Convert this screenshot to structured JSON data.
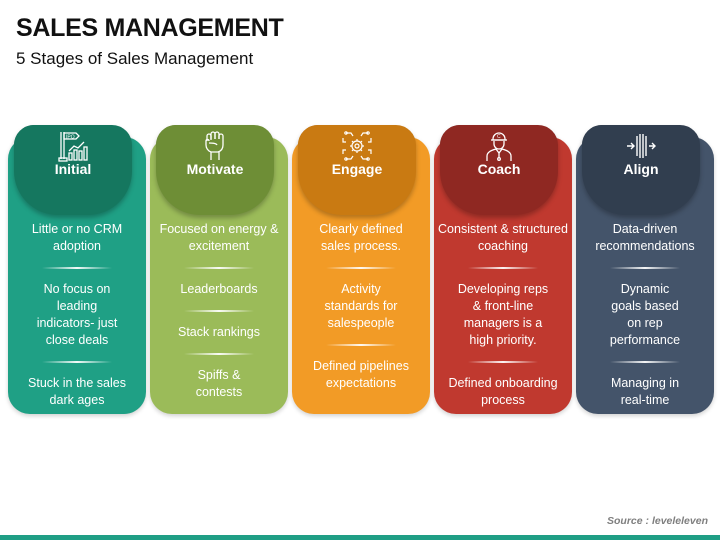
{
  "header": {
    "title": "SALES MANAGEMENT",
    "subtitle": "5 Stages of Sales Management"
  },
  "stages": [
    {
      "label": "Initial",
      "icon": "ipo-chart-icon",
      "color": "#1fa085",
      "tab_color": "#15775f",
      "items": [
        "Little or no CRM adoption",
        "No focus on leading indicators- just close deals",
        "Stuck in the sales dark ages"
      ]
    },
    {
      "label": "Motivate",
      "icon": "raised-fist-icon",
      "color": "#9bbb59",
      "tab_color": "#6e8e36",
      "items": [
        "Focused on energy & excitement",
        "Leaderboards",
        "Stack rankings",
        "Spiffs & contests"
      ]
    },
    {
      "label": "Engage",
      "icon": "gear-network-icon",
      "color": "#f29b26",
      "tab_color": "#c97a12",
      "items": [
        "Clearly defined sales process.",
        "Activity standards for salespeople",
        "Defined pipelines expectations"
      ]
    },
    {
      "label": "Coach",
      "icon": "coach-person-icon",
      "color": "#c0392f",
      "tab_color": "#8f2822",
      "items": [
        "Consistent & structured coaching",
        "Developing reps & front-line managers is a high priority.",
        "Defined onboarding process"
      ]
    },
    {
      "label": "Align",
      "icon": "align-arrows-icon",
      "color": "#44546a",
      "tab_color": "#313e4f",
      "items": [
        "Data-driven recommendations",
        "Dynamic goals based on rep performance",
        "Managing in real-time"
      ]
    }
  ],
  "footer": {
    "source": "Source : leveleleven",
    "bar_color": "#1f9e85"
  }
}
